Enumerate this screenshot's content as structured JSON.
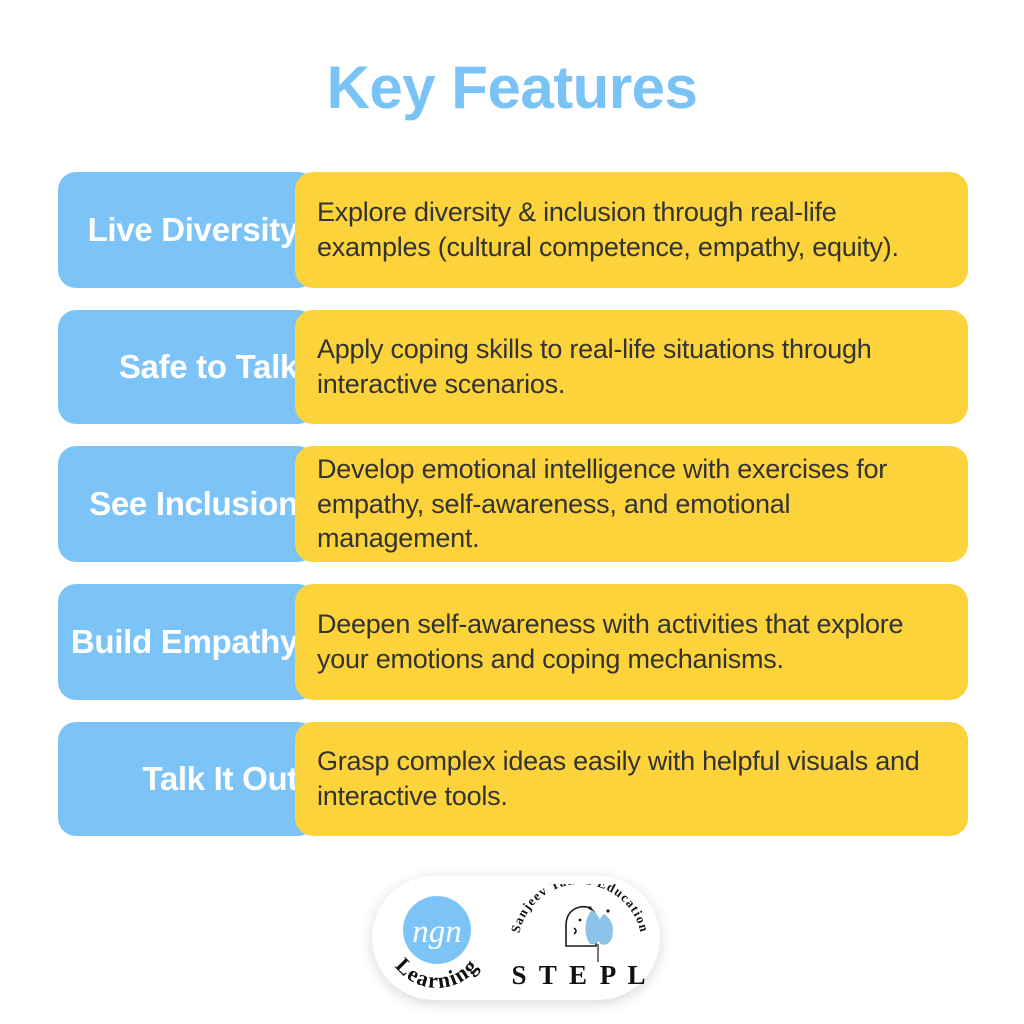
{
  "page": {
    "title": "Key Features",
    "background_color": "#ffffff"
  },
  "colors": {
    "title_blue": "#79c3f7",
    "label_blue": "#7cc4f8",
    "desc_yellow": "#fcd33b",
    "desc_text": "#333333",
    "label_text": "#ffffff"
  },
  "features": [
    {
      "label": "Live Diversity",
      "description": "Explore diversity & inclusion through real-life examples (cultural competence, empathy, equity)."
    },
    {
      "label": "Safe to Talk",
      "description": "Apply coping skills to real-life situations through interactive scenarios."
    },
    {
      "label": "See Inclusion",
      "description": "Develop emotional intelligence with exercises for empathy, self-awareness, and emotional management."
    },
    {
      "label": "Build Empathy",
      "description": "Deepen self-awareness with activities that explore your emotions and coping mechanisms."
    },
    {
      "label": "Talk It Out",
      "description": "Grasp complex ideas easily with helpful visuals and interactive tools."
    }
  ],
  "logos": {
    "ngn": {
      "mark_text": "ngn",
      "arc_text": "Learning",
      "circle_color": "#7cc4f8"
    },
    "stepl": {
      "arc_text": "Sanjeev Tanna Education",
      "wordmark": "S T E P L",
      "accent_color": "#8cc3e8"
    }
  }
}
